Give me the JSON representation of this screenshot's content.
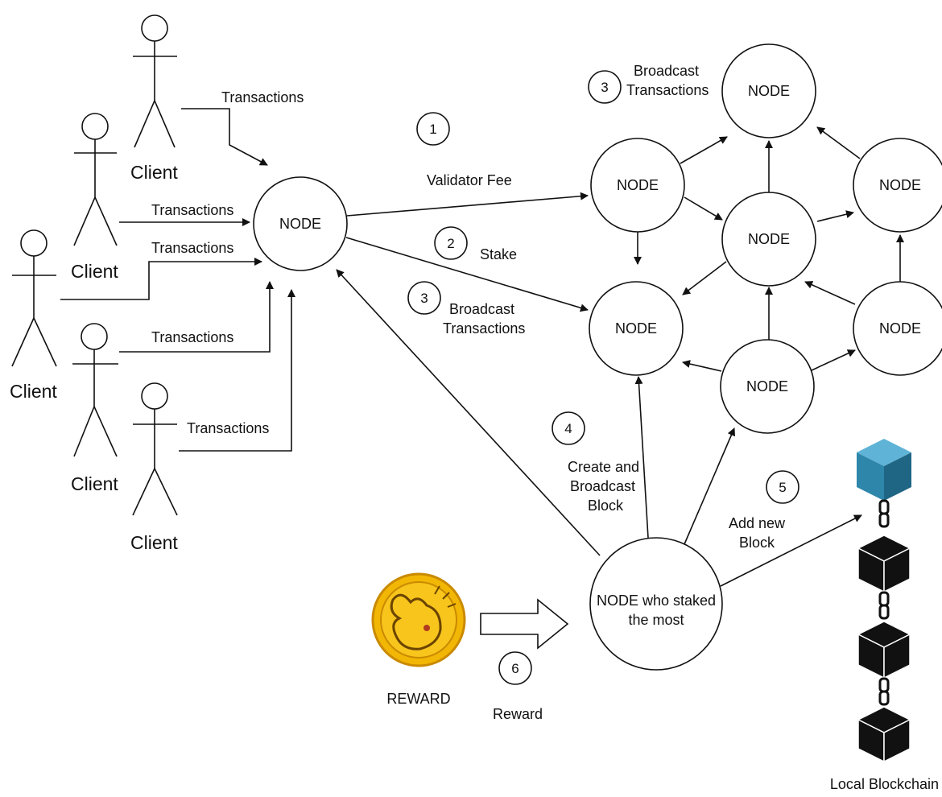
{
  "clients": [
    {
      "label": "Client"
    },
    {
      "label": "Client"
    },
    {
      "label": "Client"
    },
    {
      "label": "Client"
    },
    {
      "label": "Client"
    }
  ],
  "transaction_labels": [
    "Transactions",
    "Transactions",
    "Transactions",
    "Transactions",
    "Transactions"
  ],
  "nodes": {
    "main": "NODE",
    "network": [
      "NODE",
      "NODE",
      "NODE",
      "NODE",
      "NODE",
      "NODE",
      "NODE"
    ],
    "validator": [
      "NODE who staked",
      "the most"
    ]
  },
  "steps": {
    "s1": {
      "num": "1",
      "label": "Validator Fee"
    },
    "s2": {
      "num": "2",
      "label": "Stake"
    },
    "s3a": {
      "num": "3",
      "label_l1": "Broadcast",
      "label_l2": "Transactions"
    },
    "s3b": {
      "num": "3",
      "label_l1": "Broadcast",
      "label_l2": "Transactions"
    },
    "s4": {
      "num": "4",
      "label_l1": "Create and",
      "label_l2": "Broadcast",
      "label_l3": "Block"
    },
    "s5": {
      "num": "5",
      "label_l1": "Add new",
      "label_l2": "Block"
    },
    "s6": {
      "num": "6",
      "label": "Reward"
    }
  },
  "reward": {
    "label": "REWARD",
    "icon": "gold-coin-icon"
  },
  "blockchain": {
    "label": "Local Blockchain",
    "icon": "blockchain-icon",
    "top_color": "#2e86ab",
    "block_color": "#111111"
  }
}
